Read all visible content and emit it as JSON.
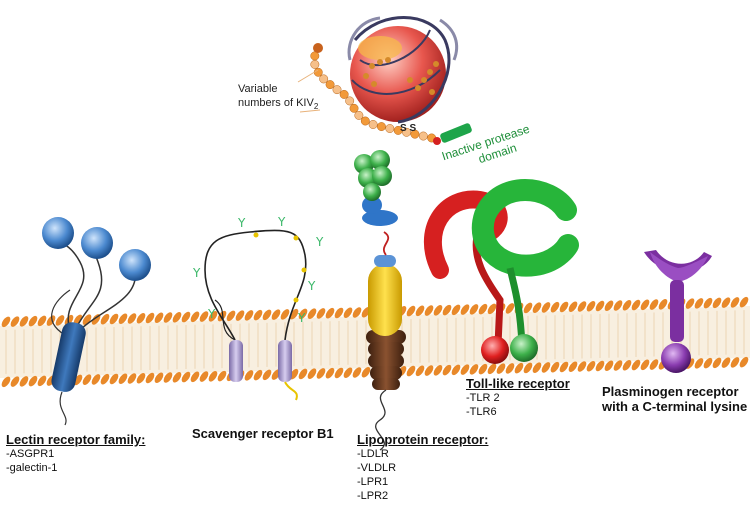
{
  "annotations": {
    "variable_kiv2": {
      "line1": "Variable",
      "line2": "numbers of KIV",
      "subscript": "2"
    },
    "ss_bond": "S S",
    "inactive_protease": {
      "line1": "Inactive protease",
      "line2": "domain"
    }
  },
  "receptors": {
    "lectin": {
      "title": "Lectin receptor family:",
      "items": [
        "-ASGPR1",
        "-galectin-1"
      ]
    },
    "scavenger": {
      "title": "Scavenger receptor B1"
    },
    "lipoprotein": {
      "title": "Lipoprotein receptor:",
      "items": [
        "-LDLR",
        "-VLDLR",
        "-LPR1",
        "-LPR2"
      ]
    },
    "toll": {
      "title": "Toll-like receptor",
      "items": [
        "-TLR 2",
        "-TLR6"
      ]
    },
    "plasminogen": {
      "title_line1": "Plasminogen receptor",
      "title_line2": "with a C-terminal lysine"
    }
  },
  "colors": {
    "membrane_head": "#e8892a",
    "lectin_blue": "#2d6fb5",
    "scavenger_purple": "#a08ac8",
    "lipo_yellow": "#f2c200",
    "lipo_brown": "#6b3a1e",
    "toll_red": "#d62020",
    "toll_green": "#27b53a",
    "plasminogen_purple": "#7b2fa0",
    "lpa_red": "#e0504a"
  }
}
